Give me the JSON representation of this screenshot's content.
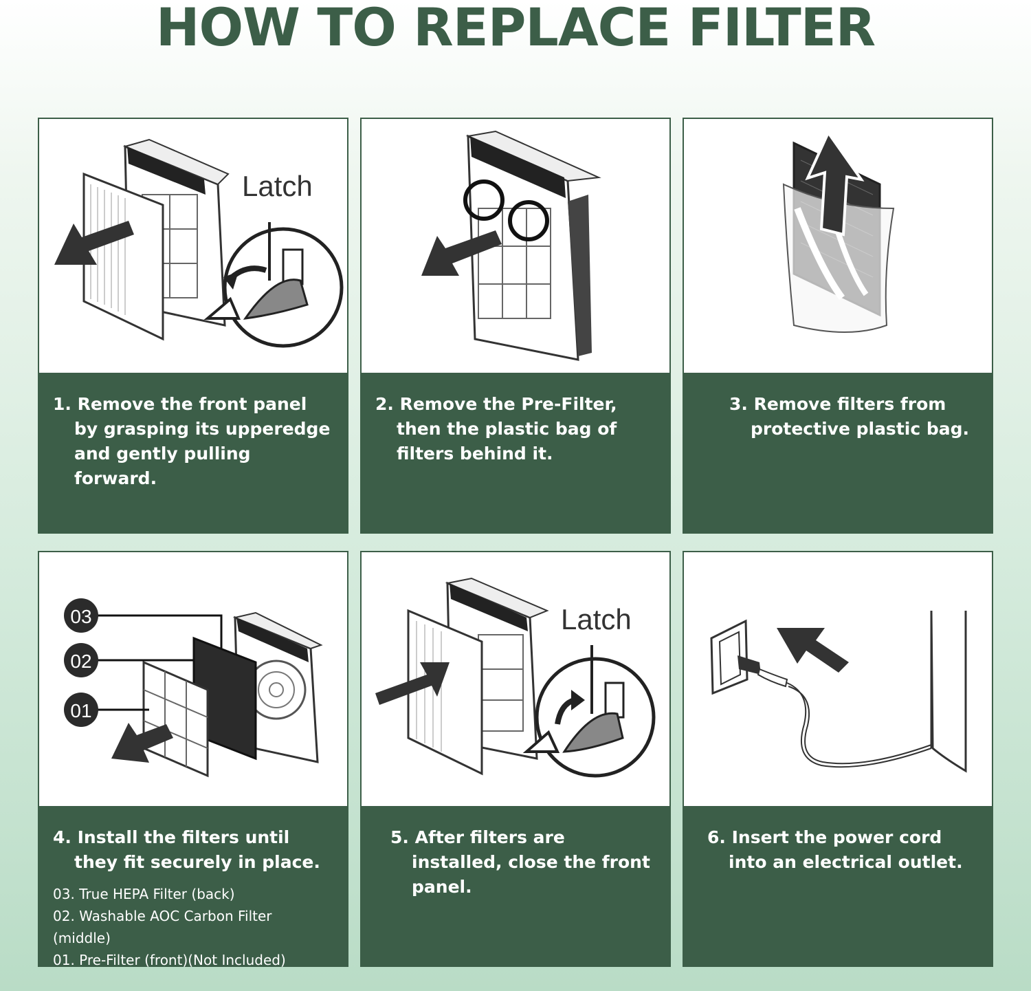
{
  "title": "HOW TO REPLACE FILTER",
  "steps": [
    {
      "text": "1. Remove the front panel by grasping its upperedge and gently pulling forward.",
      "art_label": "Latch"
    },
    {
      "text": "2. Remove the Pre-Filter, then the plastic bag of filters behind it."
    },
    {
      "text": "3. Remove filters from protective plastic bag."
    },
    {
      "text": "4. Install the filters until they fit securely in place.",
      "notes": [
        "03. True HEPA Filter (back)",
        "02. Washable AOC Carbon Filter (middle)",
        "01. Pre-Filter (front)(Not Included)"
      ],
      "markers": [
        "03",
        "02",
        "01"
      ]
    },
    {
      "text": "5. After filters are installed, close the front panel.",
      "art_label": "Latch"
    },
    {
      "text": "6. Insert the power cord into an electrical outlet."
    }
  ],
  "colors": {
    "brand_green": "#3c5e48",
    "panel_white": "#ffffff",
    "arrow": "#333333"
  }
}
